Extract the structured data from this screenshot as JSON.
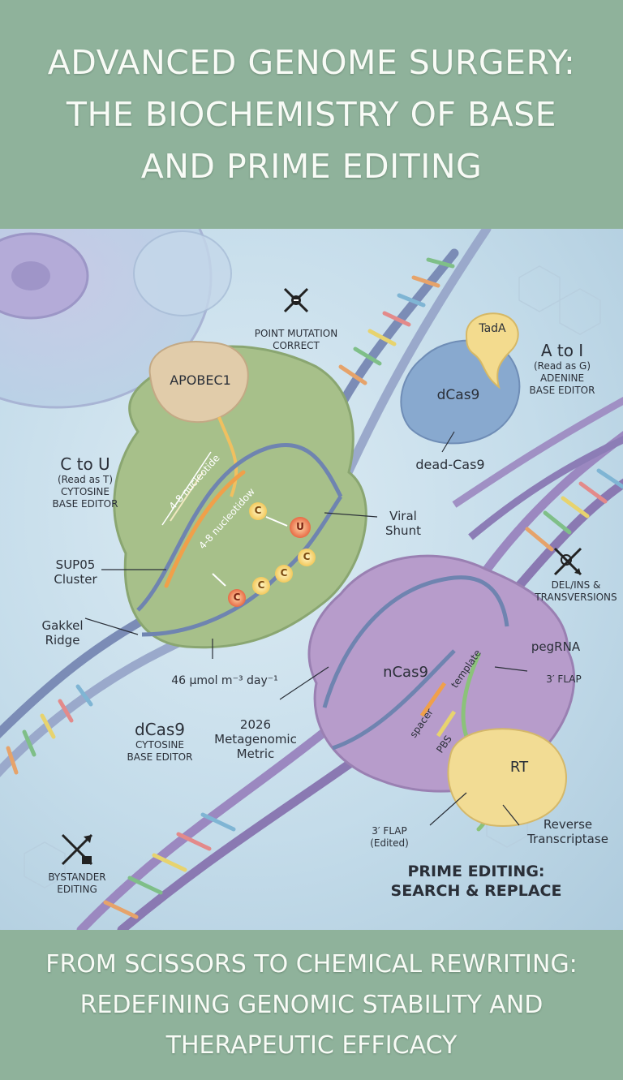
{
  "header": {
    "title_lines": [
      "ADVANCED GENOME SURGERY:",
      "THE BIOCHEMISTRY OF BASE",
      "AND PRIME EDITING"
    ]
  },
  "footer": {
    "subtitle_lines": [
      "FROM SCISSORS TO CHEMICAL REWRITING:",
      "REDEFINING GENOMIC STABILITY AND",
      "THERAPEUTIC EFFICACY"
    ]
  },
  "icons": {
    "point_mutation": "crossed-dna-icon",
    "bystander": "crossed-arrow-icon",
    "del_ins": "crossed-scissor-icon"
  },
  "labels": {
    "point_mutation": [
      "POINT MUTATION",
      "CORRECT"
    ],
    "apobec1": "APOBEC1",
    "tada": "TadA",
    "dcas9_blob": "dCas9",
    "dead_cas9": "dead-Cas9",
    "a_to_i": {
      "title": "A to I",
      "read": "(Read as G)",
      "line1": "ADENINE",
      "line2": "BASE EDITOR"
    },
    "c_to_u": {
      "title": "C to U",
      "read": "(Read as T)",
      "line1": "CYTOSINE",
      "line2": "BASE EDITOR"
    },
    "window_a": "4-8 nucleotide",
    "window_b": "4-8 nucleotidow",
    "bases_top": [
      "C",
      "C",
      "U"
    ],
    "bases_bottom": [
      "C",
      "C",
      "C",
      "C"
    ],
    "viral_shunt": [
      "Viral",
      "Shunt"
    ],
    "sup05": [
      "SUP05",
      "Cluster"
    ],
    "gakkel": [
      "Gakkel",
      "Ridge"
    ],
    "flux": "46 µmol m⁻³ day⁻¹",
    "dcas9_cbe": {
      "title": "dCas9",
      "line1": "CYTOSINE",
      "line2": "BASE EDITOR"
    },
    "metric": [
      "2026",
      "Metagenomic",
      "Metric"
    ],
    "del_ins": [
      "DEL/INS &",
      "TRANSVERSIONS"
    ],
    "pegrna": "pegRNA",
    "flap_top": "3′ FLAP",
    "ncas9": "nCas9",
    "template": "template",
    "spacer": "spacer",
    "pbs": "PBS",
    "rt": "RT",
    "flap_edited": [
      "3′ FLAP",
      "(Edited)"
    ],
    "reverse_transcriptase": [
      "Reverse",
      "Transcriptase"
    ],
    "bystander": [
      "BYSTANDER",
      "EDITING"
    ],
    "prime_editing": [
      "PRIME EDITING:",
      "SEARCH & REPLACE"
    ]
  },
  "colors": {
    "band": "#8fb29b",
    "cbe_blob": "#a7c08a",
    "pe_blob": "#b79ccb",
    "apobec": "#e1ccaa",
    "abe_blob": "#88a9cf",
    "tada": "#f3db8e",
    "rt": "#f2dc94",
    "dna_backbone": "#7b8cb6"
  }
}
